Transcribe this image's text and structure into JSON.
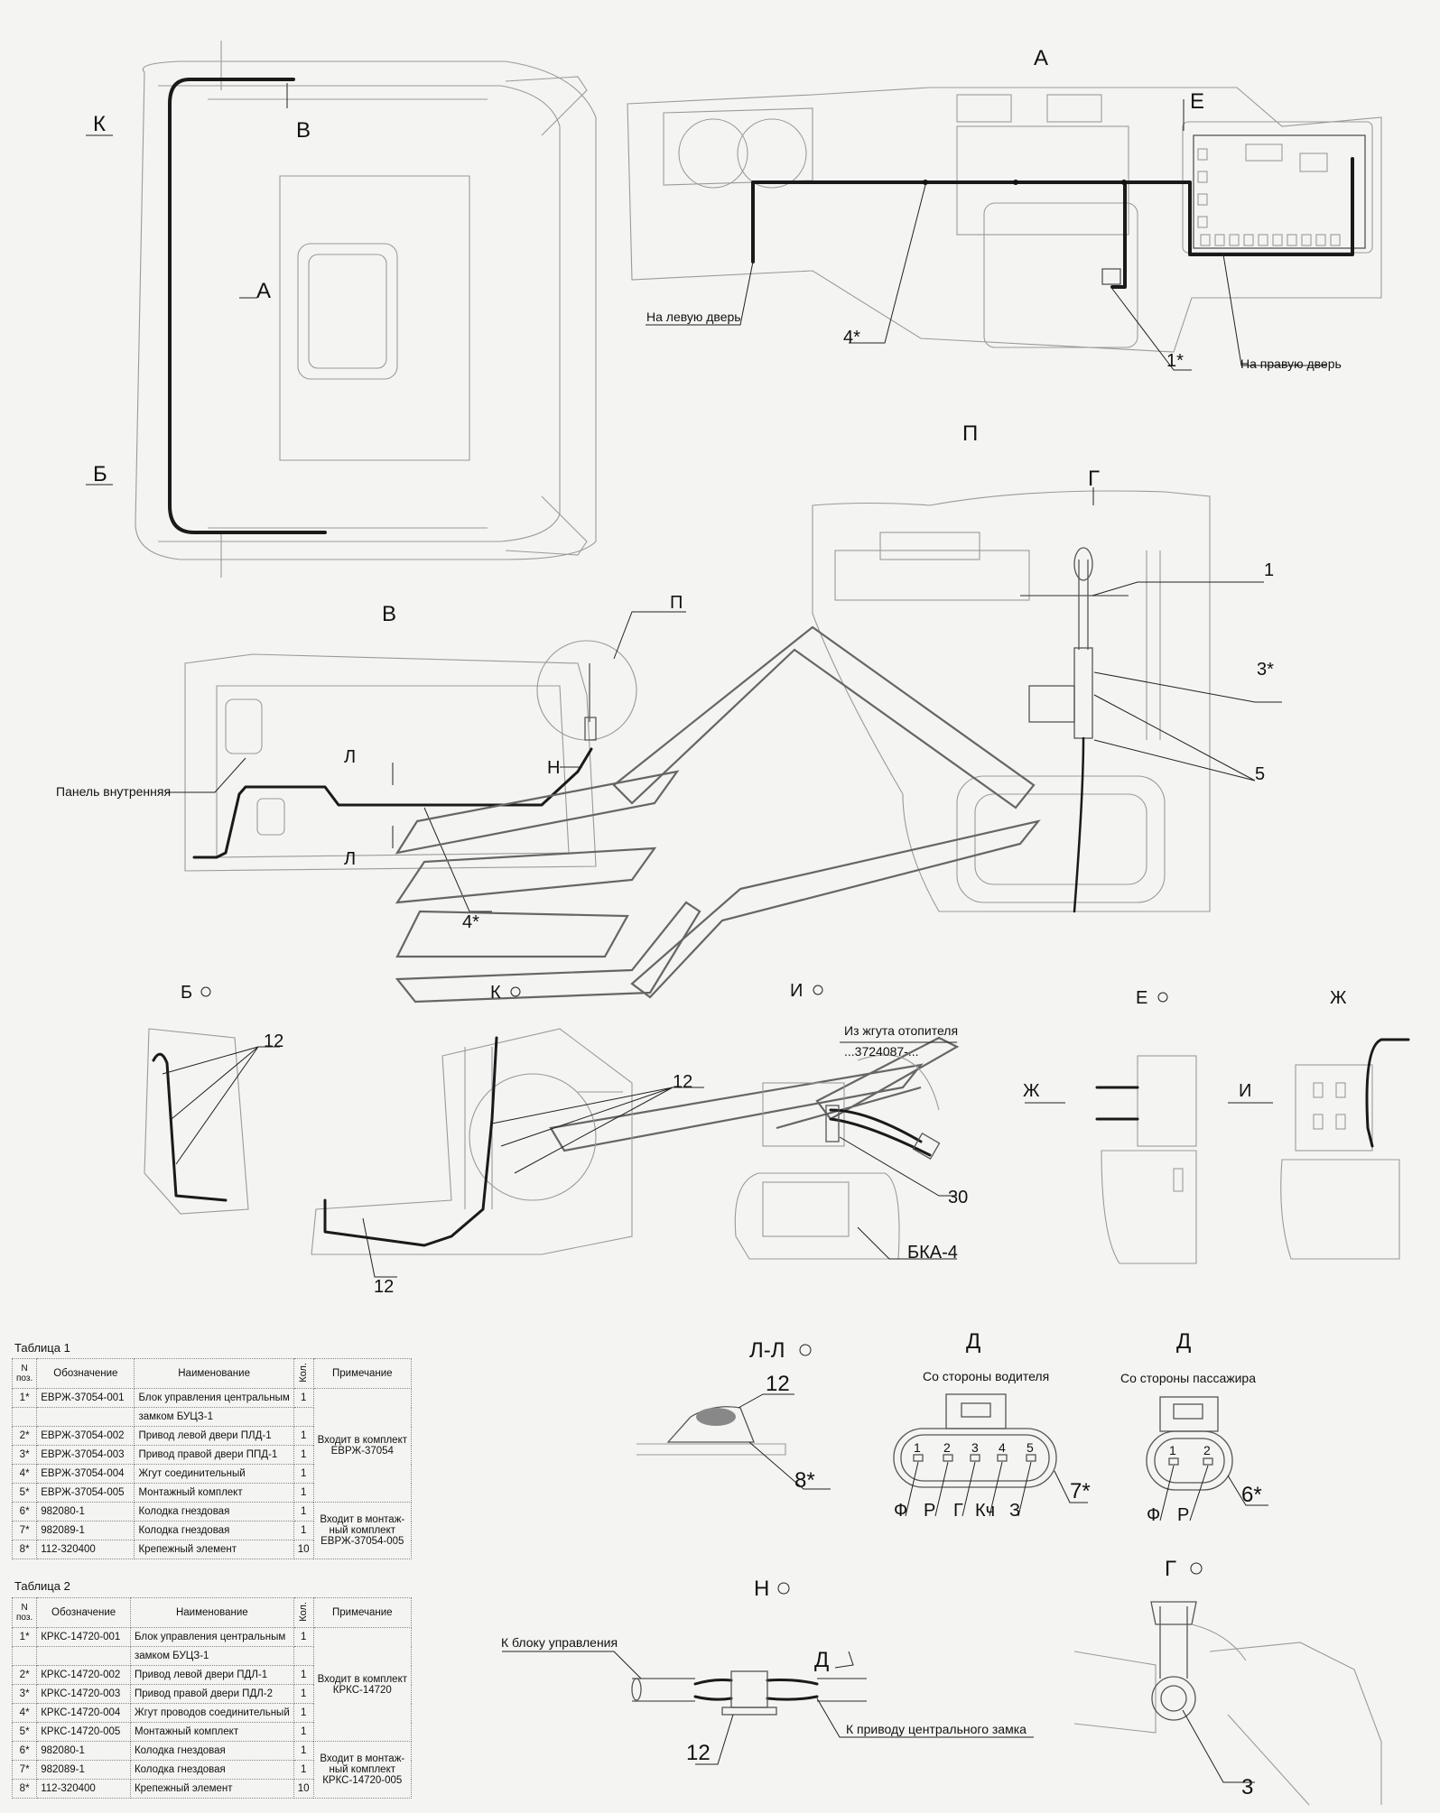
{
  "views": {
    "top_view": {
      "arrow_k": "К",
      "arrow_v": "В",
      "arrow_a": "А",
      "arrow_b": "Б"
    },
    "view_a": {
      "title": "А",
      "arrow_e": "Е",
      "left_door": "На левую дверь",
      "right_door": "На правую дверь",
      "pos_harness": "4*",
      "pos_unit": "1*"
    },
    "view_p": {
      "title": "П",
      "arrow_g": "Г",
      "pos_1": "1",
      "pos_3": "3*",
      "pos_5": "5"
    },
    "view_v": {
      "title": "В",
      "callout_p": "П",
      "panel_label": "Панель внутренняя",
      "section_l_top": "Л",
      "section_l_bottom": "Л",
      "arrow_n": "Н",
      "pos_harness": "4*"
    },
    "view_b": {
      "title": "Б",
      "pos_12": "12"
    },
    "view_k": {
      "title": "К",
      "pos_12_top": "12",
      "pos_12_bottom": "12"
    },
    "view_i": {
      "title": "И",
      "heater_line1": "Из жгута отопителя",
      "heater_line2": "...3724087-...",
      "pos_30": "30",
      "bka": "БКА-4"
    },
    "view_e": {
      "title": "Е",
      "arrow_zh": "Ж",
      "arrow_i": "И"
    },
    "view_zh": {
      "title": "Ж"
    },
    "section_ll": {
      "title": "Л-Л",
      "pos_12": "12",
      "pos_8": "8*"
    },
    "connector_driver": {
      "title": "Д",
      "subtitle": "Со стороны водителя",
      "pins": [
        "1",
        "2",
        "3",
        "4",
        "5"
      ],
      "wires": [
        "Ф",
        "Р",
        "Г",
        "Кч",
        "З"
      ],
      "pos": "7*"
    },
    "connector_passenger": {
      "title": "Д",
      "subtitle": "Со стороны пассажира",
      "pins": [
        "1",
        "2"
      ],
      "wires": [
        "Ф",
        "Р"
      ],
      "pos": "6*"
    },
    "view_n": {
      "title": "Н",
      "to_unit": "К блоку управления",
      "arrow_d": "Д",
      "to_actuator": "К приводу центрального замка",
      "pos_12": "12"
    },
    "view_g": {
      "title": "Г",
      "pos_3": "3"
    }
  },
  "table1": {
    "caption": "Таблица 1",
    "headers": {
      "num": "N поз.",
      "designation": "Обозначение",
      "name": "Наименование",
      "qty": "Кол.",
      "note": "Примечание"
    },
    "rows": [
      {
        "num": "1*",
        "designation": "ЕВРЖ-37054-001",
        "name": "Блок управления центральным",
        "qty": "1"
      },
      {
        "num": "",
        "designation": "",
        "name": "замком БУЦЗ-1",
        "qty": ""
      },
      {
        "num": "2*",
        "designation": "ЕВРЖ-37054-002",
        "name": "Привод левой двери ПЛД-1",
        "qty": "1"
      },
      {
        "num": "3*",
        "designation": "ЕВРЖ-37054-003",
        "name": "Привод правой двери ППД-1",
        "qty": "1"
      },
      {
        "num": "4*",
        "designation": "ЕВРЖ-37054-004",
        "name": "Жгут соединительный",
        "qty": "1"
      },
      {
        "num": "5*",
        "designation": "ЕВРЖ-37054-005",
        "name": "Монтажный комплект",
        "qty": "1"
      },
      {
        "num": "6*",
        "designation": "982080-1",
        "name": "Колодка гнездовая",
        "qty": "1"
      },
      {
        "num": "7*",
        "designation": "982089-1",
        "name": "Колодка гнездовая",
        "qty": "1"
      },
      {
        "num": "8*",
        "designation": "112-320400",
        "name": "Крепежный элемент",
        "qty": "10"
      }
    ],
    "note_kit": [
      "Входит в комплект",
      "ЕВРЖ-37054"
    ],
    "note_mount": [
      "Входит в монтаж-",
      "ный комплект",
      "ЕВРЖ-37054-005"
    ]
  },
  "table2": {
    "caption": "Таблица 2",
    "headers": {
      "num": "N поз.",
      "designation": "Обозначение",
      "name": "Наименование",
      "qty": "Кол.",
      "note": "Примечание"
    },
    "rows": [
      {
        "num": "1*",
        "designation": "КРКС-14720-001",
        "name": "Блок управления центральным",
        "qty": "1"
      },
      {
        "num": "",
        "designation": "",
        "name": "замком БУЦЗ-1",
        "qty": ""
      },
      {
        "num": "2*",
        "designation": "КРКС-14720-002",
        "name": "Привод левой двери ПДЛ-1",
        "qty": "1"
      },
      {
        "num": "3*",
        "designation": "КРКС-14720-003",
        "name": "Привод правой двери ПДЛ-2",
        "qty": "1"
      },
      {
        "num": "4*",
        "designation": "КРКС-14720-004",
        "name": "Жгут проводов соединительный",
        "qty": "1"
      },
      {
        "num": "5*",
        "designation": "КРКС-14720-005",
        "name": "Монтажный комплект",
        "qty": "1"
      },
      {
        "num": "6*",
        "designation": "982080-1",
        "name": "Колодка гнездовая",
        "qty": "1"
      },
      {
        "num": "7*",
        "designation": "982089-1",
        "name": "Колодка гнездовая",
        "qty": "1"
      },
      {
        "num": "8*",
        "designation": "112-320400",
        "name": "Крепежный элемент",
        "qty": "10"
      }
    ],
    "note_kit": [
      "Входит в комплект",
      "КРКС-14720"
    ],
    "note_mount": [
      "Входит в монтаж-",
      "ный комплект",
      "КРКС-14720-005"
    ]
  }
}
